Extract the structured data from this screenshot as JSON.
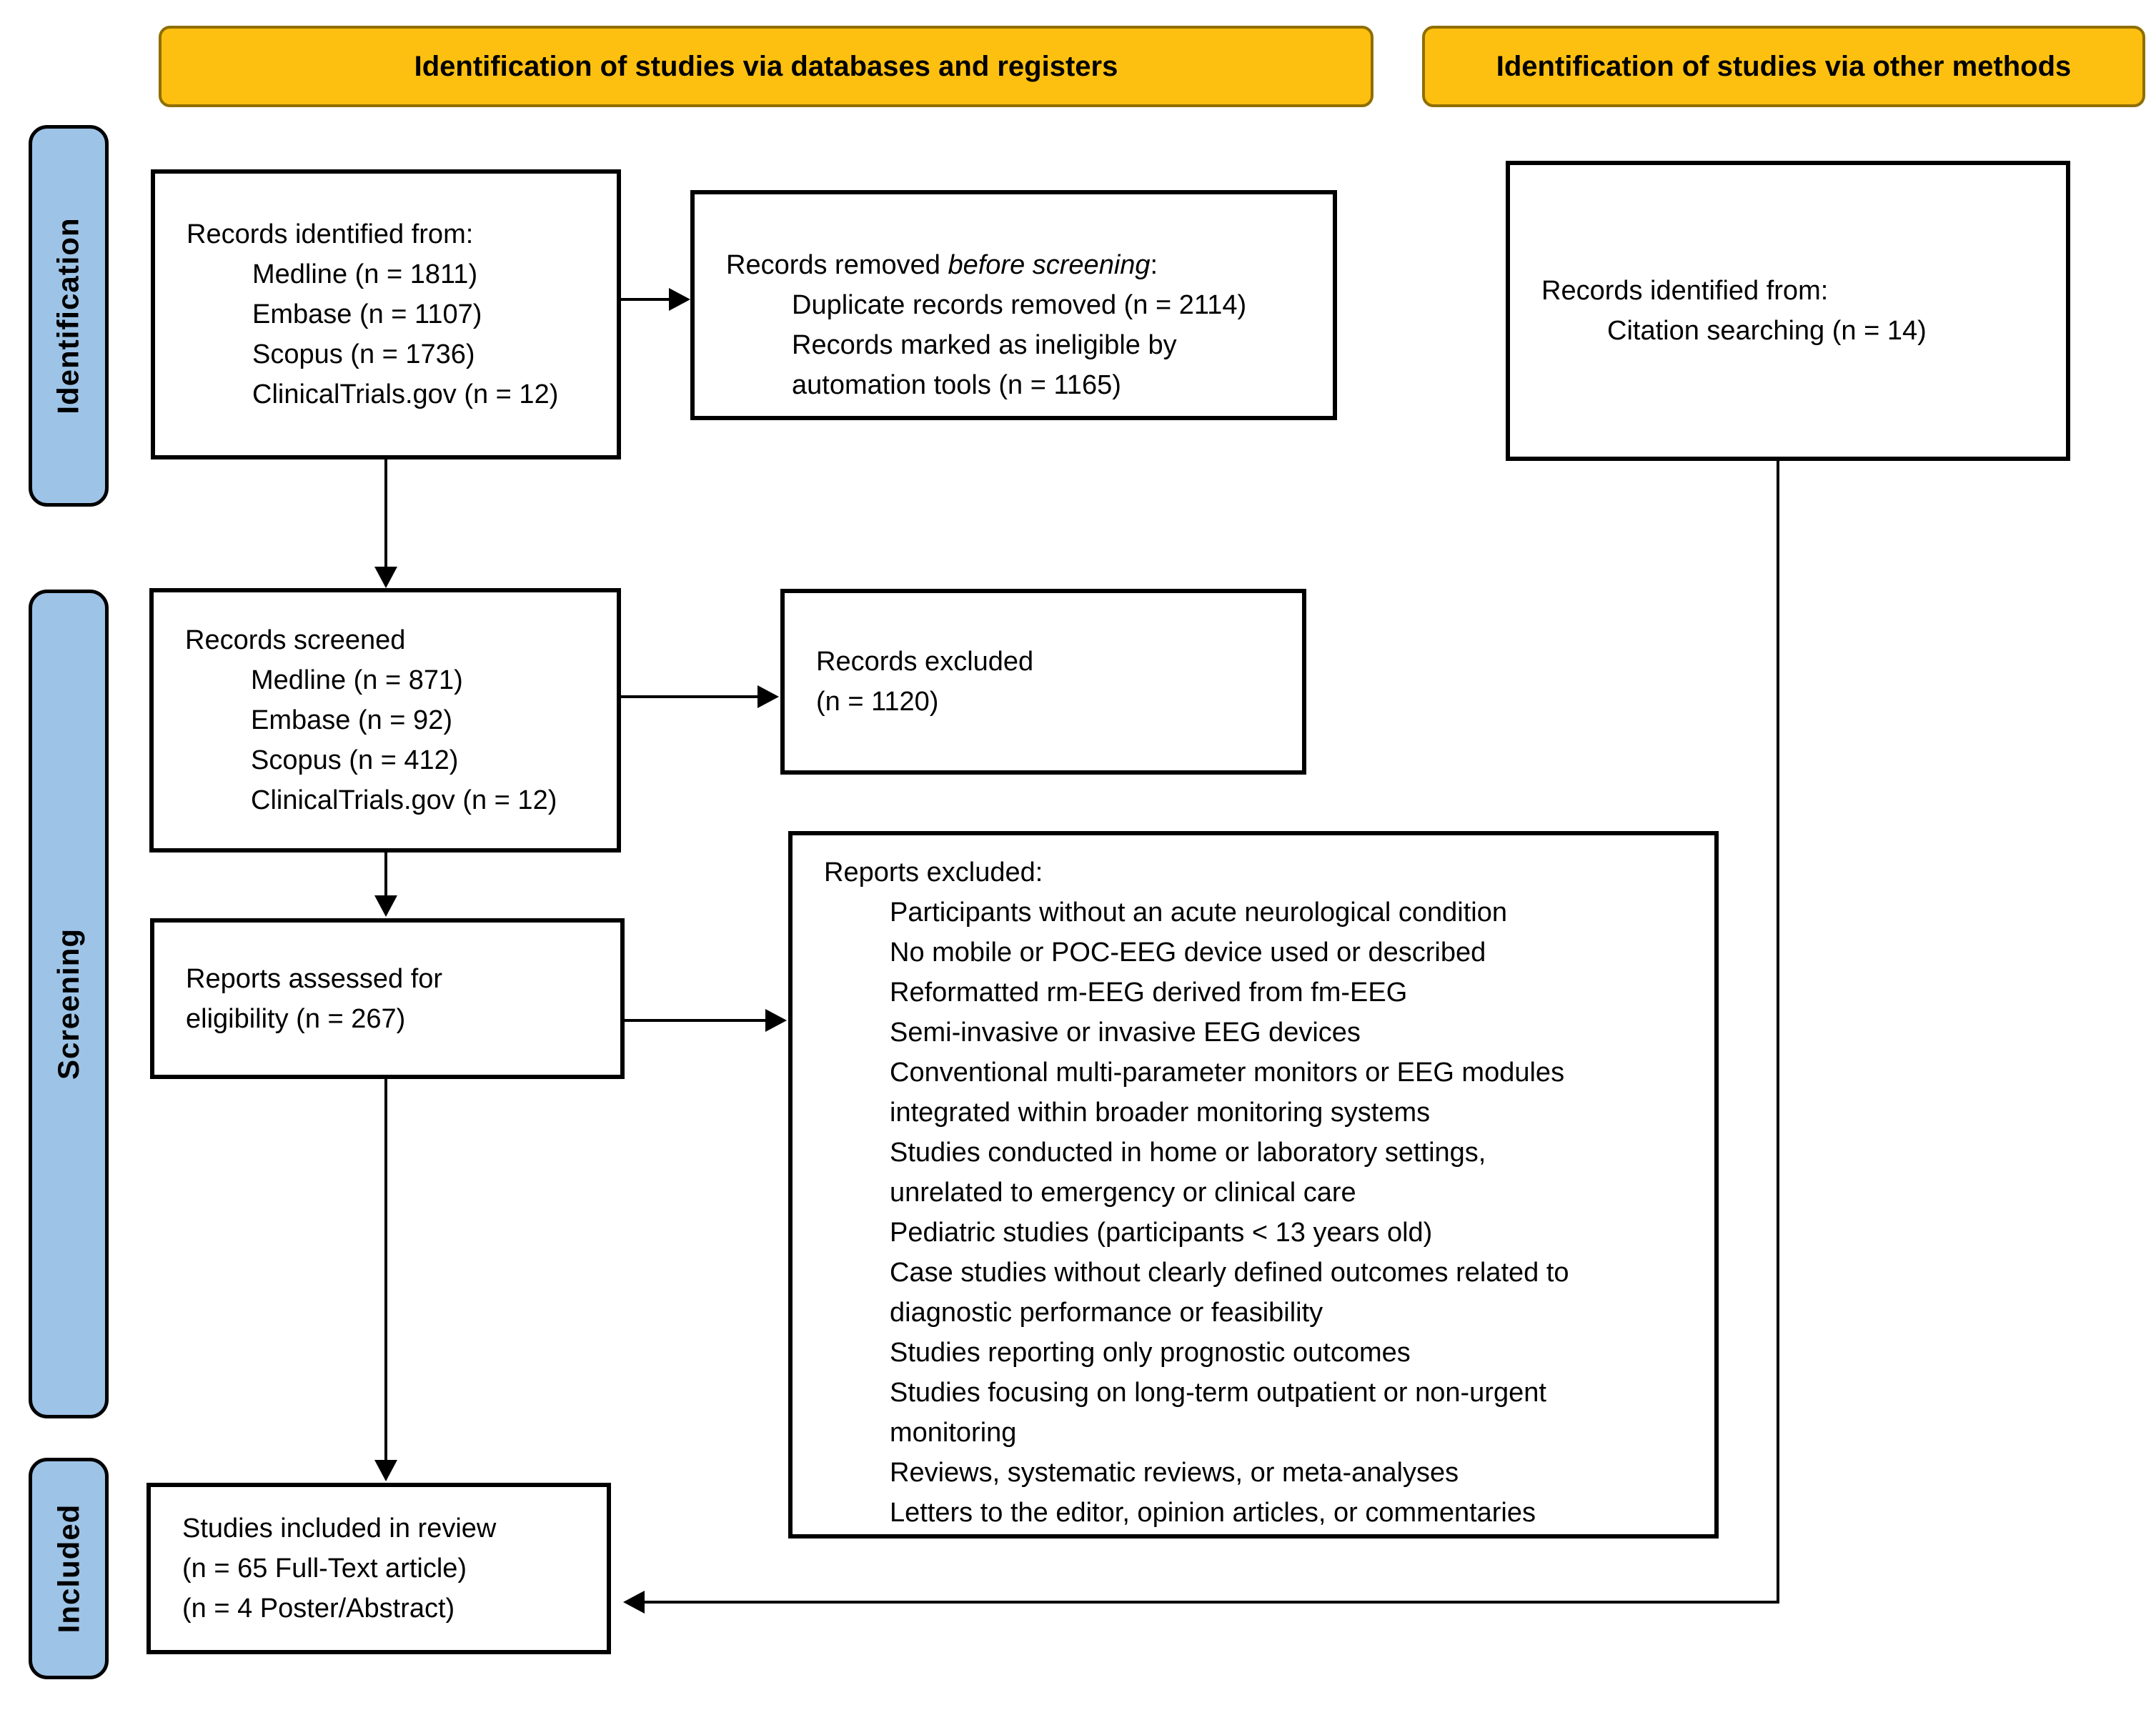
{
  "colors": {
    "banner_fill": "#FDC010",
    "banner_border": "#8F6E00",
    "stage_fill": "#9DC3E7",
    "box_border": "#000000",
    "text": "#000000"
  },
  "banners": {
    "databases": "Identification of studies via databases and registers",
    "other": "Identification of studies via other methods"
  },
  "stages": {
    "identification": "Identification",
    "screening": "Screening",
    "included": "Included"
  },
  "boxes": {
    "records_identified": {
      "title": "Records identified from:",
      "items": [
        "Medline (n = 1811)",
        "Embase (n = 1107)",
        "Scopus (n = 1736)",
        "ClinicalTrials.gov (n = 12)"
      ]
    },
    "records_removed": {
      "title_prefix": "Records removed ",
      "title_italic": "before screening",
      "title_suffix": ":",
      "items": [
        "Duplicate records removed (n = 2114)",
        "Records marked as ineligible by\nautomation tools (n = 1165)"
      ]
    },
    "citation_identified": {
      "title": "Records identified from:",
      "items": [
        "Citation searching (n = 14)"
      ]
    },
    "records_screened": {
      "title": "Records screened",
      "items": [
        "Medline (n = 871)",
        "Embase (n = 92)",
        "Scopus (n = 412)",
        "ClinicalTrials.gov (n = 12)"
      ]
    },
    "records_excluded": {
      "text": "Records excluded\n(n = 1120)"
    },
    "reports_assessed": {
      "text": "Reports assessed for\neligibility (n = 267)"
    },
    "reports_excluded": {
      "title": "Reports excluded:",
      "items": [
        "Participants without an acute neurological condition",
        "No mobile or POC-EEG device used or described",
        "Reformatted rm-EEG derived from fm-EEG",
        "Semi-invasive or invasive EEG devices",
        "Conventional multi-parameter monitors or EEG modules\nintegrated within broader monitoring systems",
        "Studies conducted in home or laboratory settings,\nunrelated to emergency or clinical care",
        "Pediatric studies (participants < 13 years old)",
        "Case studies without clearly defined outcomes related to\ndiagnostic performance or feasibility",
        "Studies reporting only prognostic outcomes",
        "Studies focusing on long-term outpatient or non-urgent\nmonitoring",
        "Reviews, systematic reviews, or meta-analyses",
        "Letters to the editor, opinion articles, or commentaries"
      ]
    },
    "studies_included": {
      "lines": [
        "Studies included in review",
        "(n = 65 Full-Text article)",
        "(n = 4 Poster/Abstract)"
      ]
    }
  }
}
